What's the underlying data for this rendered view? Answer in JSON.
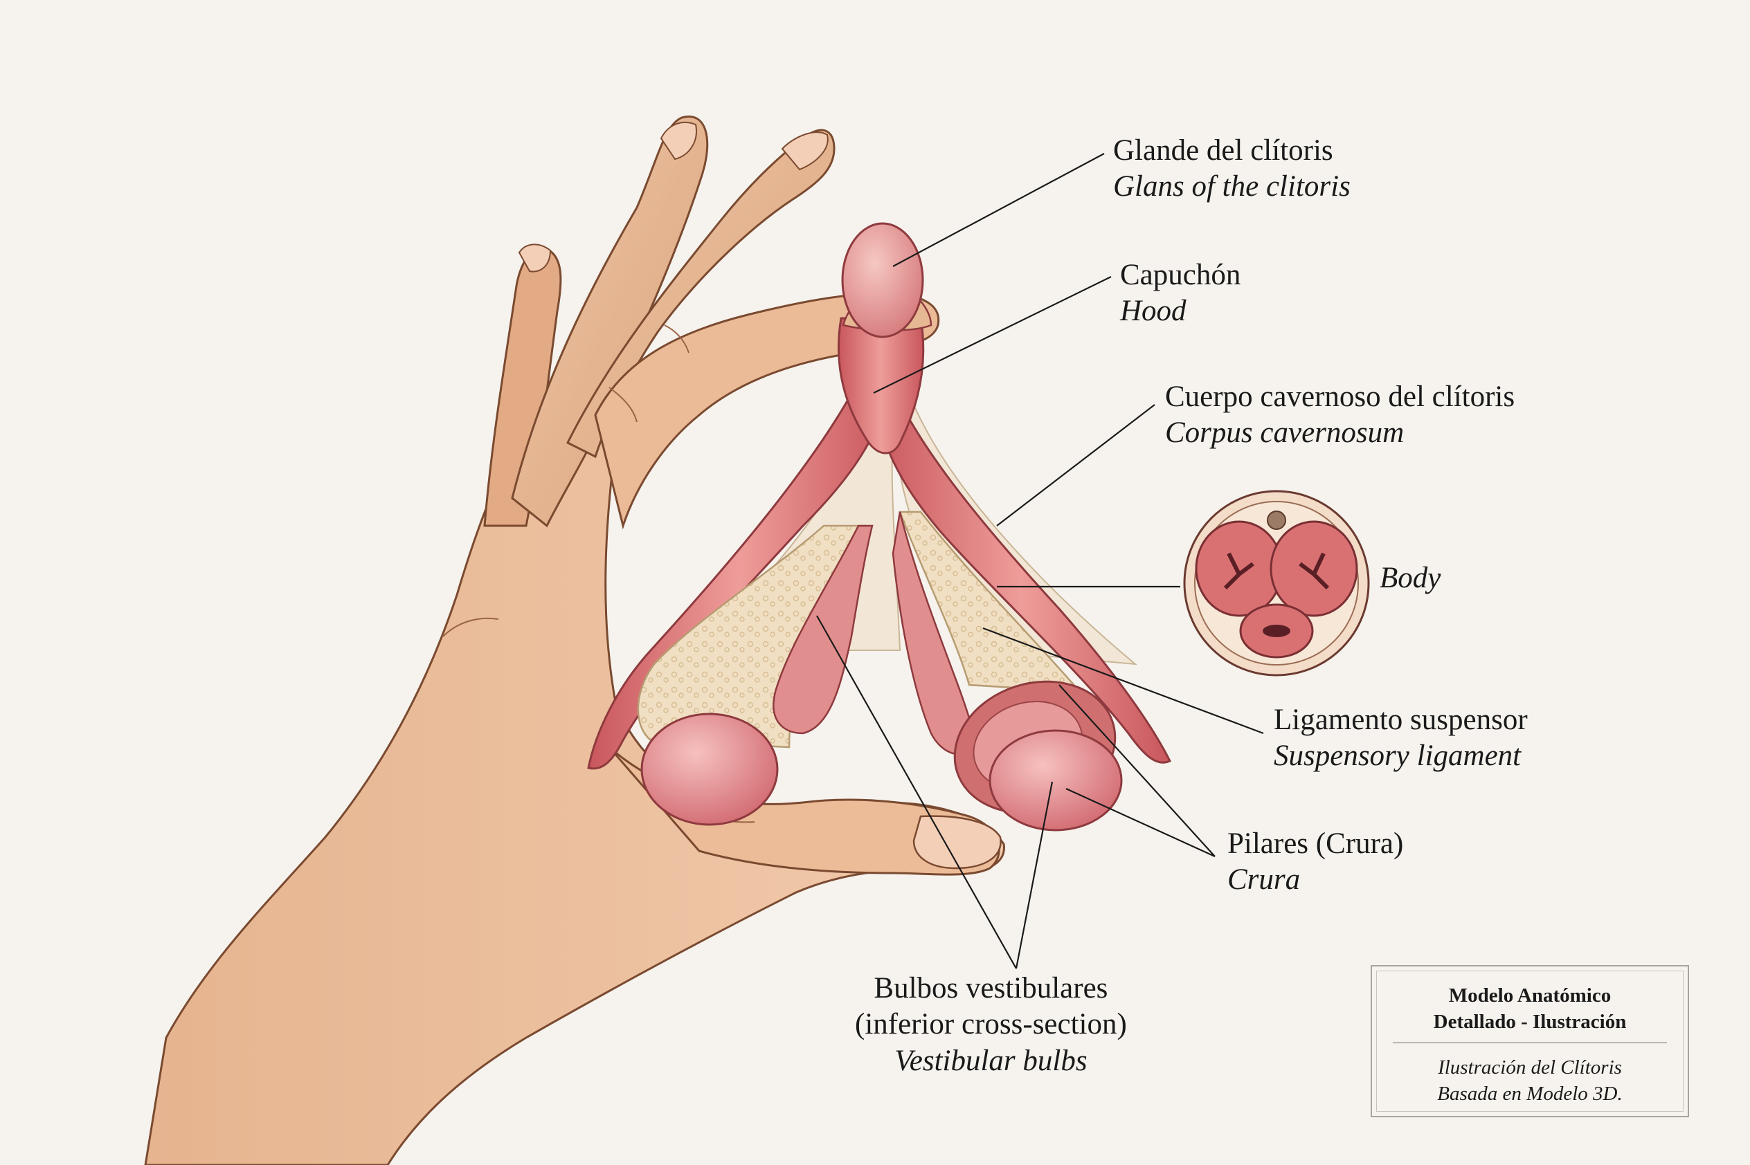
{
  "labels": {
    "glans": {
      "es": "Glande del clítoris",
      "en": "Glans of the clitoris"
    },
    "hood": {
      "es": "Capuchón",
      "en": "Hood"
    },
    "corpus": {
      "es": "Cuerpo cavernoso del clítoris",
      "en": "Corpus cavernosum"
    },
    "body": {
      "en": "Body"
    },
    "ligament": {
      "es": "Ligamento suspensor",
      "en": "Suspensory ligament"
    },
    "crura": {
      "es": "Pilares (Crura)",
      "en": "Crura"
    },
    "bulbs": {
      "es1": "Bulbos vestibulares",
      "es2": "(inferior cross-section)",
      "en": "Vestibular bulbs"
    }
  },
  "title_box": {
    "heading_line1": "Modelo Anatómico",
    "heading_line2": "Detallado - Ilustración",
    "sub_line1": "Ilustración del Clítoris",
    "sub_line2": "Basada en Modelo 3D."
  },
  "colors": {
    "background": "#f6f3ee",
    "skin": "#e9b896",
    "tissue": "#d9787a",
    "tissue_light": "#f2c4c0",
    "ligament": "#efe0c4",
    "leader": "#1a1a1a"
  }
}
